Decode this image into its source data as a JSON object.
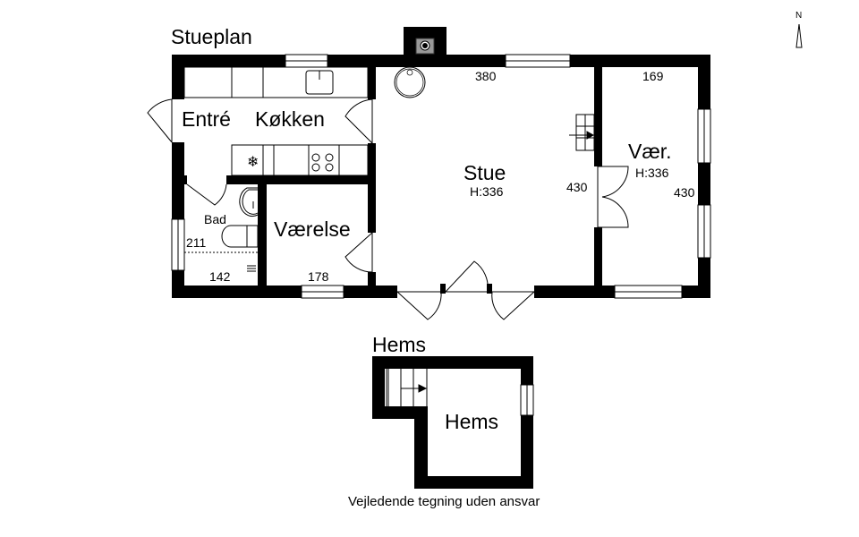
{
  "floors": [
    {
      "title": "Stueplan",
      "rooms": [
        {
          "name": "Entré",
          "height": "",
          "dims": []
        },
        {
          "name": "Køkken",
          "height": "",
          "dims": []
        },
        {
          "name": "Bad",
          "height": "",
          "dims": [
            "211",
            "142"
          ]
        },
        {
          "name": "Værelse",
          "height": "",
          "dims": [
            "178"
          ]
        },
        {
          "name": "Stue",
          "height": "H:336",
          "dims": [
            "380",
            "430"
          ]
        },
        {
          "name": "Vær.",
          "height": "H:336",
          "dims": [
            "169",
            "430"
          ]
        }
      ]
    },
    {
      "title": "Hems",
      "rooms": [
        {
          "name": "Hems",
          "height": "",
          "dims": []
        }
      ]
    }
  ],
  "compass": {
    "label": "N"
  },
  "disclaimer": "Vejledende tegning uden ansvar",
  "colors": {
    "wall": "#000000",
    "background": "#ffffff",
    "window": "#ffffff"
  }
}
